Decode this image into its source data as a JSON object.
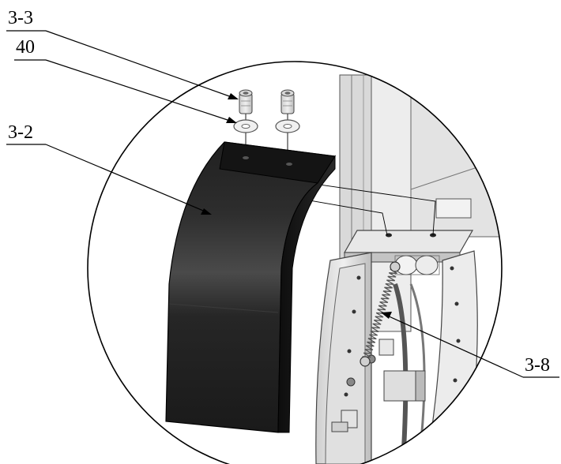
{
  "callouts": [
    {
      "id": "3-3",
      "label": "3-3"
    },
    {
      "id": "40",
      "label": "40"
    },
    {
      "id": "3-2",
      "label": "3-2"
    },
    {
      "id": "3-8",
      "label": "3-8"
    }
  ],
  "colors": {
    "background": "#ffffff",
    "lines": "#000000",
    "pad_dark": "#1a1a1a",
    "metal_light": "#e6e6e6",
    "metal_mid": "#bdbdbd",
    "metal_shadow": "#8c8c8c"
  }
}
